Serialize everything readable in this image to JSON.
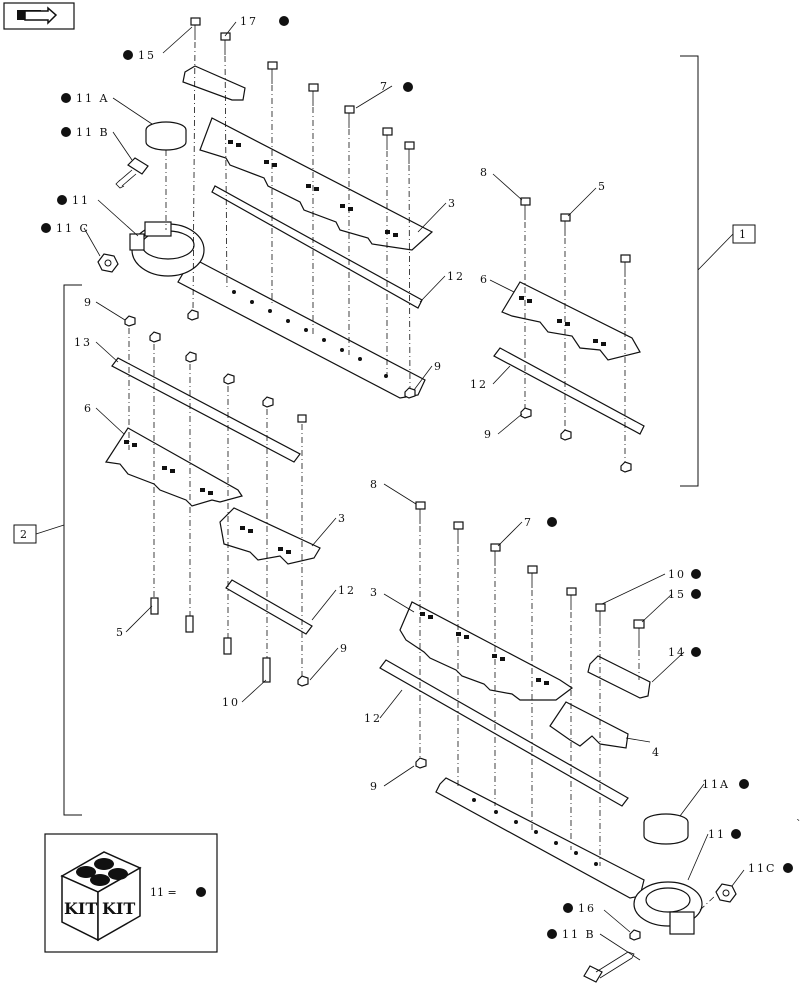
{
  "nav": {
    "icon": "page-arrow-icon"
  },
  "kit": {
    "box_left": "KIT",
    "box_right": "KIT",
    "equation": "11 ="
  },
  "callouts": {
    "c15_top": "15",
    "c17_top": "17",
    "c7_top": "7",
    "c11A_top": "11 A",
    "c11B_top": "11 B",
    "c11_top": "11",
    "c11C_top": "11 C",
    "c3_top": "3",
    "c12_top": "12",
    "c9_top": "9",
    "c8_r": "8",
    "c5_r": "5",
    "c6_r": "6",
    "c12_r": "12",
    "c9_r": "9",
    "c9_l": "9",
    "c13_l": "13",
    "c6_l": "6",
    "c3_l": "3",
    "c12_l": "12",
    "c5_l": "5",
    "c9_l2": "9",
    "c10_l": "10",
    "c8_b": "8",
    "c7_b": "7",
    "c3_b": "3",
    "c10_b": "10",
    "c15_b": "15",
    "c14_b": "14",
    "c12_b": "12",
    "c4_b": "4",
    "c9_b": "9",
    "c11A_b": "11A",
    "c11_b": "11",
    "c11C_b": "11C",
    "c16_b": "16",
    "c11B_b": "11 B"
  },
  "boxes": {
    "group1": "1",
    "group2": "2"
  },
  "footer": {
    "mark": "`"
  }
}
